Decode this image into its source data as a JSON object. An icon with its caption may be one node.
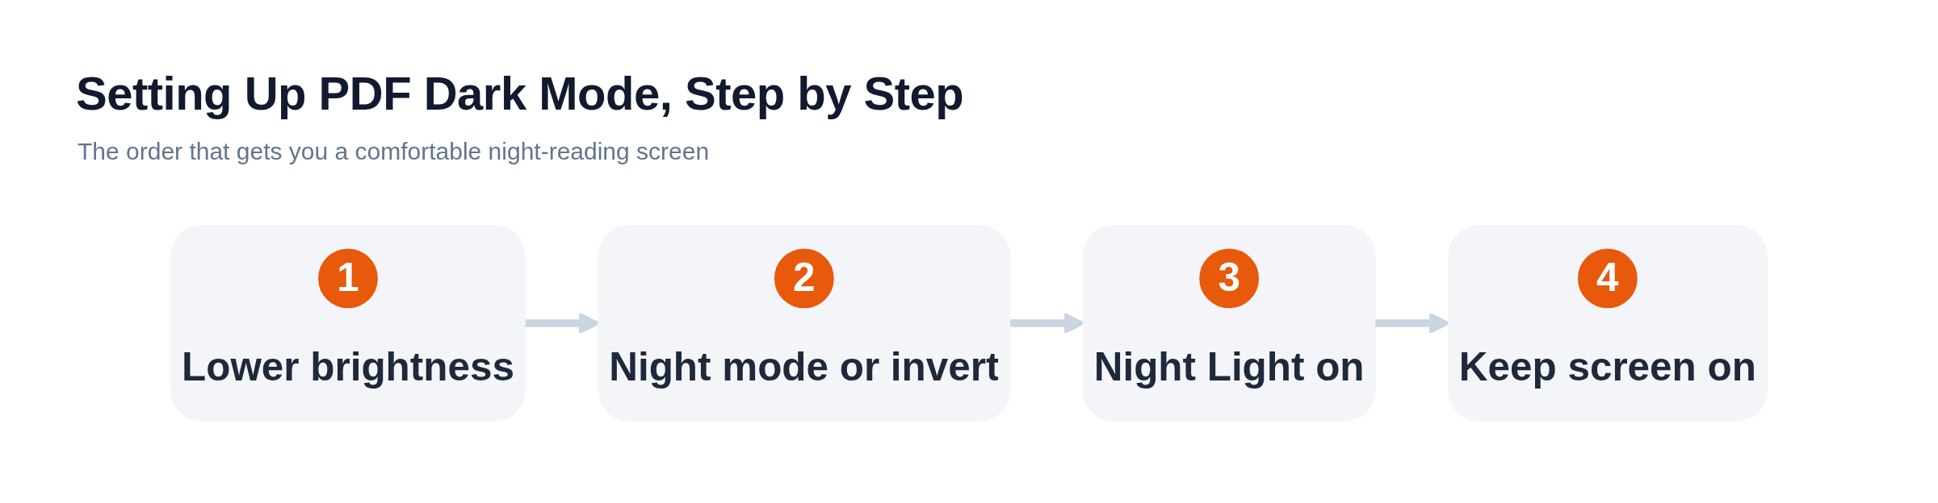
{
  "diagram": {
    "title": "Setting Up PDF Dark Mode, Step by Step",
    "nodes": [
      {
        "text": [
          "Lower brightness"
        ]
      },
      {
        "text": [
          "1"
        ],
        "in": 0
      },
      {
        "text": [
          "Night mode or invert"
        ]
      },
      {
        "text": [
          "2"
        ],
        "in": 2
      },
      {
        "text": [
          "Night Light on"
        ]
      },
      {
        "text": [
          "3"
        ],
        "in": 4
      },
      {
        "text": [
          "Keep screen on"
        ]
      },
      {
        "text": [
          "4"
        ],
        "in": 6
      }
    ],
    "edges": [
      {
        "from": 0,
        "to": 2,
        "arrow": "to"
      },
      {
        "from": 2,
        "to": 4,
        "arrow": "to"
      },
      {
        "from": 4,
        "to": 6,
        "arrow": "to"
      }
    ],
    "labels": [
      "The order that gets you a comfortable night-reading screen"
    ]
  }
}
